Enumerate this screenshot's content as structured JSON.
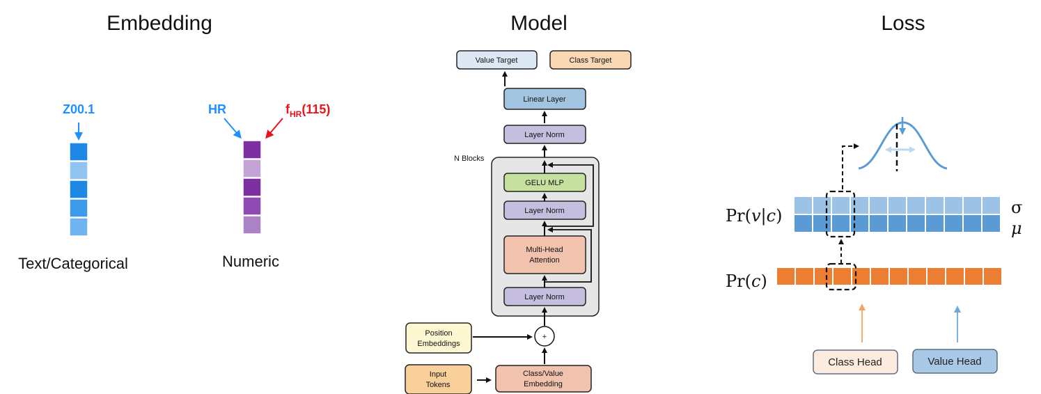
{
  "titles": {
    "embedding": "Embedding",
    "model": "Model",
    "loss": "Loss"
  },
  "embedding": {
    "text_token": "Z00.1",
    "text_caption": "Text/Categorical",
    "numeric_token": "HR",
    "numeric_func": "f",
    "numeric_func_sub": "HR",
    "numeric_func_arg": "(115)",
    "numeric_caption": "Numeric",
    "colors": {
      "text_vec": "#1e88e5",
      "numeric_vec": "#7b2fa0",
      "token_label": "#1e90ff",
      "func_label": "#e8141b"
    }
  },
  "model": {
    "value_target": "Value Target",
    "class_target": "Class Target",
    "linear_layer": "Linear Layer",
    "layer_norm_top": "Layer Norm",
    "n_blocks": "N Blocks",
    "gelu_mlp": "GELU MLP",
    "layer_norm_mid": "Layer Norm",
    "attention_line1": "Multi-Head",
    "attention_line2": "Attention",
    "layer_norm_bottom": "Layer Norm",
    "position_line1": "Position",
    "position_line2": "Embeddings",
    "plus": "+",
    "input_line1": "Input",
    "input_line2": "Tokens",
    "embed_line1": "Class/Value",
    "embed_line2": "Embedding"
  },
  "loss": {
    "pr_vc_prefix": "Pr(",
    "pr_vc_var": "v|c",
    "pr_vc_suffix": ")",
    "pr_c_prefix": "Pr(",
    "pr_c_var": "c",
    "pr_c_suffix": ")",
    "sigma": "σ",
    "mu": "μ",
    "class_head": "Class Head",
    "value_head": "Value Head",
    "colors": {
      "sigma_row": "#9cc3e6",
      "mu_row": "#5b9bd5",
      "class_row": "#ed7d31",
      "gauss": "#5b9bd5"
    }
  }
}
